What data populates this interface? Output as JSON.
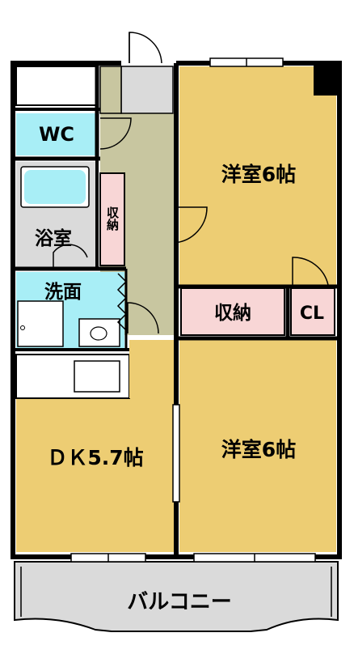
{
  "rooms": {
    "wc": "WC",
    "bath": "浴室",
    "storage_hall": "収納",
    "washroom": "洗面",
    "bedroom_upper": "洋室6帖",
    "closet_lower": "収納",
    "cl": "CL",
    "dk": "ＤＫ5.7帖",
    "bedroom_lower": "洋室6帖",
    "balcony": "バルコニー"
  },
  "colors": {
    "room_floor": "#EDCD73",
    "wet_area": "#A8EEF6",
    "storage": "#F8D6D6",
    "hallway": "#C8C6A0",
    "balcony": "#DADADA",
    "wall": "#000000"
  }
}
